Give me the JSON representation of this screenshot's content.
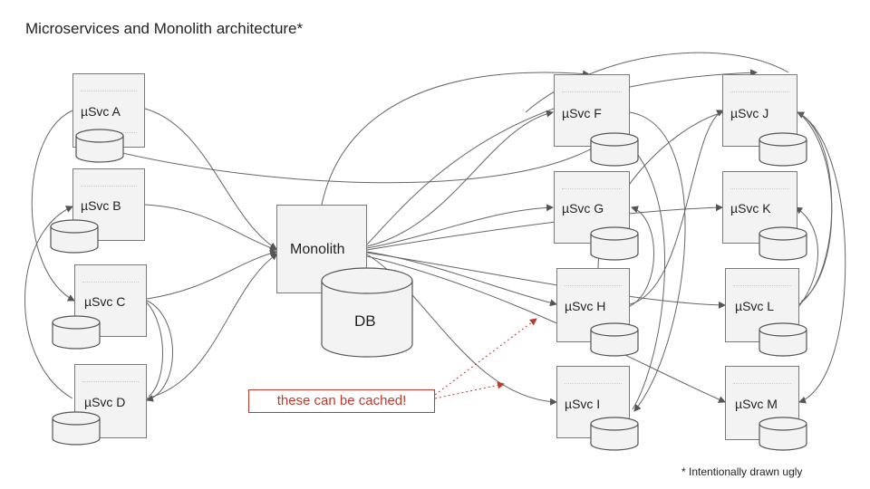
{
  "title": "Microservices and Monolith architecture*",
  "footnote": "* Intentionally drawn ugly",
  "callout": "these can be cached!",
  "monolith": {
    "label": "Monolith",
    "db_label": "DB"
  },
  "services": {
    "A": "µSvc A",
    "B": "µSvc B",
    "C": "µSvc C",
    "D": "µSvc D",
    "F": "µSvc F",
    "G": "µSvc G",
    "H": "µSvc H",
    "I": "µSvc I",
    "J": "µSvc J",
    "K": "µSvc K",
    "L": "µSvc L",
    "M": "µSvc M"
  },
  "colors": {
    "box_fill": "#f3f3f3",
    "box_border": "#7a7a7a",
    "edge": "#666666",
    "callout": "#c0392b"
  }
}
